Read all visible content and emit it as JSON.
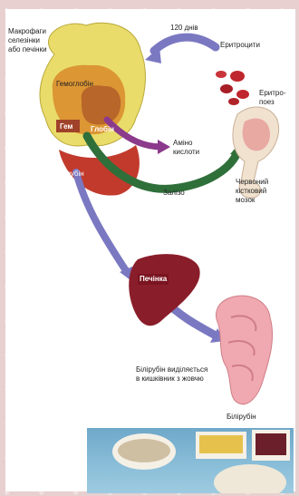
{
  "labels": {
    "macrophages": "Макрофаги\nселезінки\nабо печінки",
    "hemoglobin": "Гемоглобін",
    "heme": "Гем",
    "globin": "Глобін",
    "bilirubin": "Білірубін",
    "days": "120 днів",
    "erythrocytes": "Еритроцити",
    "erythropoiesis": "Еритро-\nпоез",
    "amino_acids": "Аміно\nкислоти",
    "iron": "Залізо",
    "red_marrow": "Червоний\nкістковий\nмозок",
    "liver": "Печінка",
    "bile_excretion": "Білірубін виділяється\nв кишківник з жовчю",
    "bilirubin_bottom": "Білірубін"
  },
  "colors": {
    "spleen": "#e9dc6a",
    "liver": "#8a1d2a",
    "arrow_blue": "#7b78c2",
    "arrow_purple": "#8b3a8c",
    "arrow_green": "#2f6f3a",
    "rbc": "#c0262d"
  }
}
